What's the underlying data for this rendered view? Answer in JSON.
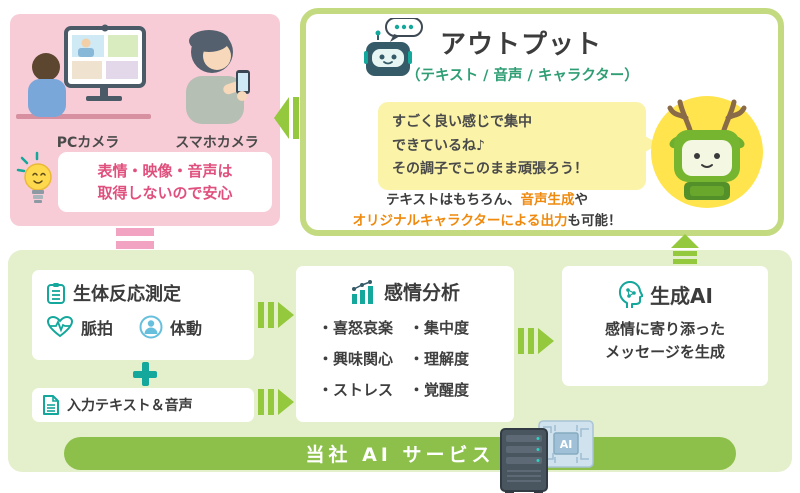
{
  "cameras": {
    "pc_label": "PCカメラ",
    "phone_label": "スマホカメラ",
    "privacy_line1": "表情・映像・音声は",
    "privacy_line2": "取得しないので安心"
  },
  "output": {
    "title": "アウトプット",
    "subtitle": "（テキスト / 音声 / キャラクター）",
    "bubble_line1": "すごく良い感じで集中",
    "bubble_line2": "できているね♪",
    "bubble_line3": "その調子でこのまま頑張ろう！",
    "note_line1_pre": "テキストはもちろん、",
    "note_line1_highlight": "音声生成",
    "note_line1_post": "や",
    "note_line2_highlight": "オリジナルキャラクターによる出力",
    "note_line2_post": "も可能！"
  },
  "pipeline": {
    "biometric": {
      "title": "生体反応測定",
      "pulse": "脈拍",
      "movement": "体動",
      "input": "入力テキスト＆音声"
    },
    "emotion": {
      "title": "感情分析",
      "items_left": [
        "・喜怒哀楽",
        "・興味関心",
        "・ストレス"
      ],
      "items_right": [
        "・集中度",
        "・理解度",
        "・覚醒度"
      ]
    },
    "genai": {
      "title": "生成AI",
      "desc_line1": "感情に寄り添った",
      "desc_line2": "メッセージを生成"
    }
  },
  "footer": {
    "label": "当社 AI サービス",
    "chip_label": "AI"
  },
  "colors": {
    "pink_bg": "#f8ccd7",
    "pink_text": "#e0507e",
    "pink_arrow": "#f2a3c1",
    "green_border": "#c3da81",
    "green_panel": "#e4efcb",
    "green_arrow": "#94c83d",
    "band_green": "#8cc04a",
    "teal": "#14a79b",
    "orange": "#ef8a0e",
    "bubble_yellow": "#faf3a8",
    "character_yellow": "#ffe44d"
  }
}
